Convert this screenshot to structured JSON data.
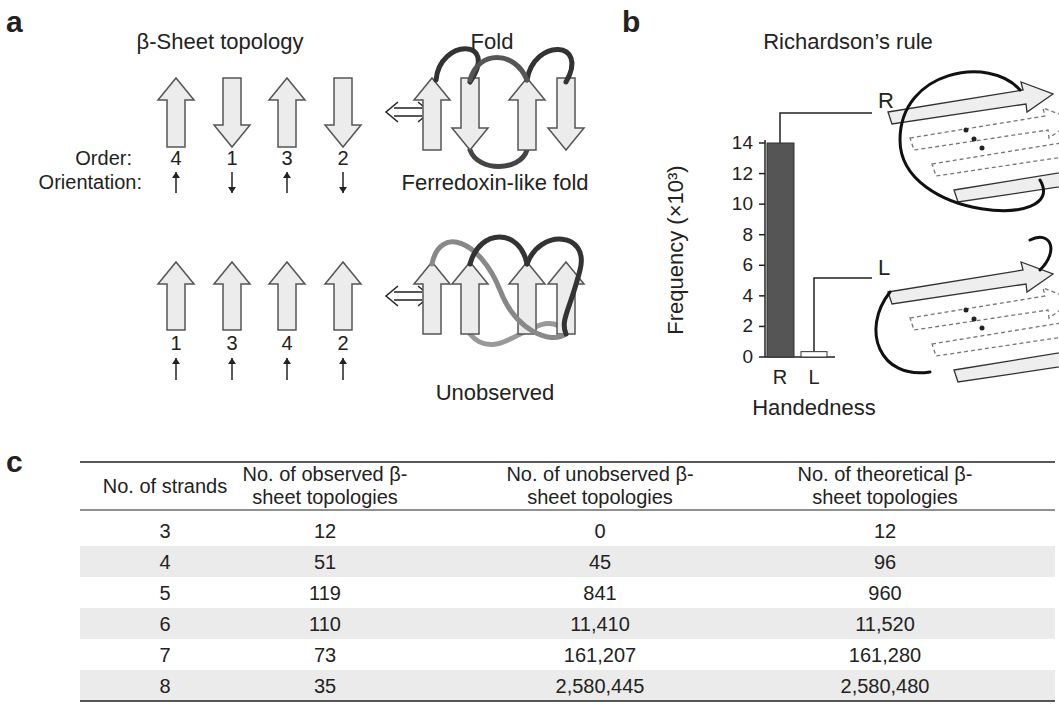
{
  "diagram": {
    "labels": [
      "a",
      "β-Sheet topology",
      "Fold",
      "b",
      "Richardson’s rule",
      "Order:",
      "4",
      "1",
      "3",
      "2",
      "Orientation:",
      "Ferredoxin-like fold",
      "1",
      "3",
      "4",
      "2",
      "Unobserved",
      "14",
      "12",
      "10",
      "8",
      "6",
      "4",
      "2",
      "0",
      "Frequency (×10³)",
      "R",
      "L",
      "Handedness",
      "R",
      "L",
      "c",
      "No. of strands",
      "No. of observed β-sheet topologies",
      "No. of unobserved β-sheet topologies",
      "No. of theoretical β-sheet topologies",
      "3",
      "12",
      "0",
      "12",
      "4",
      "51",
      "45",
      "96",
      "5",
      "119",
      "841",
      "960",
      "6",
      "110",
      "11,410",
      "11,520",
      "7",
      "73",
      "161,207",
      "161,280",
      "8",
      "35",
      "2,580,445",
      "2,580,480"
    ]
  }
}
